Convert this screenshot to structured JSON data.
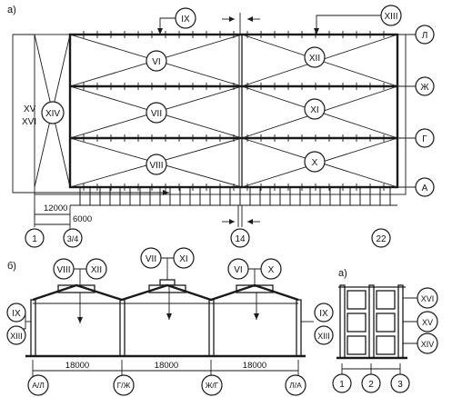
{
  "labels": {
    "plan": "а)",
    "section": "б)",
    "side": "а)"
  },
  "plan": {
    "rn_top_left": "IX",
    "rn_top_right": "XIII",
    "rn_bays": [
      "VI",
      "XII",
      "VII",
      "XI",
      "VIII",
      "X"
    ],
    "rn_left": "XIV",
    "rn_left_txt1": "XV",
    "rn_left_txt2": "XVI",
    "rows": [
      "Л",
      "Ж",
      "Г",
      "А"
    ],
    "cols": [
      "1",
      "3/4",
      "14",
      "22"
    ],
    "dims": [
      "12000",
      "6000"
    ]
  },
  "section": {
    "rn_top": [
      "VIII",
      "XII",
      "VII",
      "XI",
      "VI",
      "X"
    ],
    "rn_left": [
      "IX",
      "XIII"
    ],
    "rn_right": [
      "IX",
      "XIII"
    ],
    "dims": [
      "18000",
      "18000",
      "18000"
    ],
    "axes": [
      "А/Л",
      "Г/Ж",
      "Ж/Г",
      "Л/А"
    ]
  },
  "side": {
    "rn_right": [
      "XVI",
      "XV",
      "XIV"
    ],
    "axes": [
      "1",
      "2",
      "3"
    ]
  }
}
